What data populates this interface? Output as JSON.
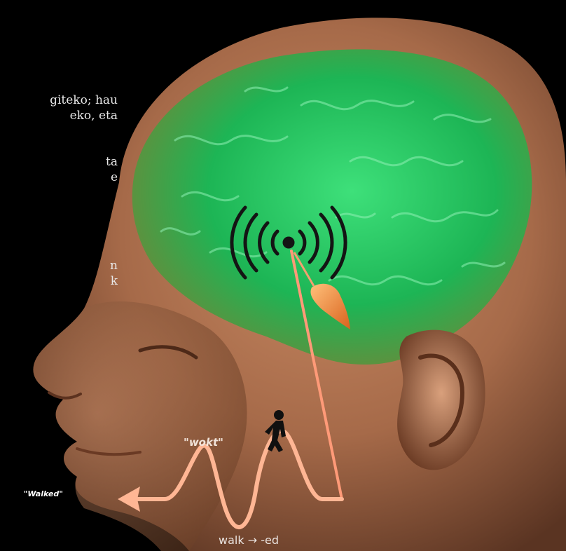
{
  "caption": {
    "lines_block1": [
      "giteko; hau",
      "eko, eta"
    ],
    "lines_block2": [
      "ta",
      "e"
    ],
    "lines_block3": [
      "n",
      "k"
    ]
  },
  "labels": {
    "sound": "\"wokt\"",
    "output": "\"Walked\"",
    "morphology": "walk → -ed"
  },
  "icons": {
    "signal": "radio-waves-icon",
    "walker": "walking-person-icon"
  },
  "colors": {
    "background": "#000000",
    "skin": "#b07452",
    "brain": "#1fc05a",
    "signal_wave": "#ff9a78",
    "probe": "#f5943a"
  }
}
